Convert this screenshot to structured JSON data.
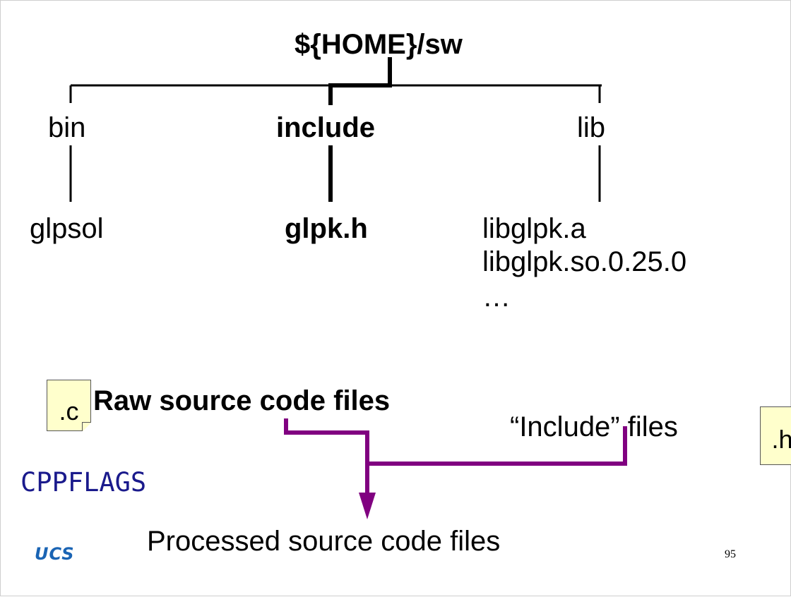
{
  "tree": {
    "root": "${HOME}/sw",
    "dirs": {
      "bin": "bin",
      "include": "include",
      "lib": "lib"
    },
    "files": {
      "bin": [
        "glpsol"
      ],
      "include": [
        "glpk.h"
      ],
      "lib": [
        "libglpk.a",
        "libglpk.so.0.25.0",
        "…"
      ]
    }
  },
  "flow": {
    "c_note": ".c",
    "h_note": ".h",
    "raw_sources": "Raw source code files",
    "include_files": "“Include” files",
    "cppflags": "CPPFLAGS",
    "processed": "Processed source code files",
    "arrow_color": "#800080"
  },
  "footer": {
    "logo": "UCS",
    "page_number": "95"
  }
}
